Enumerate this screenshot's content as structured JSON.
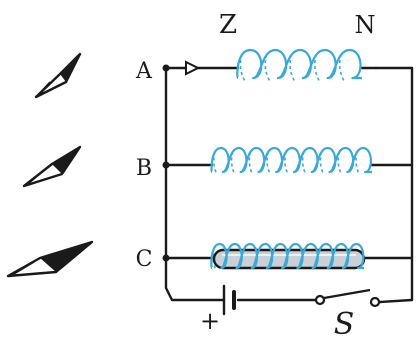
{
  "labels": {
    "pole_left": "Z",
    "pole_right": "N",
    "node_a": "A",
    "node_b": "B",
    "node_c": "C",
    "battery_plus": "+",
    "switch": "S"
  },
  "colors": {
    "wire": "#1a1a1a",
    "coil": "#3aa9d6",
    "core_fill": "#c9d0d8",
    "core_stroke": "#1a1a1a"
  },
  "icons": [
    "compass-needle-icon",
    "compass-needle-icon",
    "compass-needle-icon"
  ]
}
